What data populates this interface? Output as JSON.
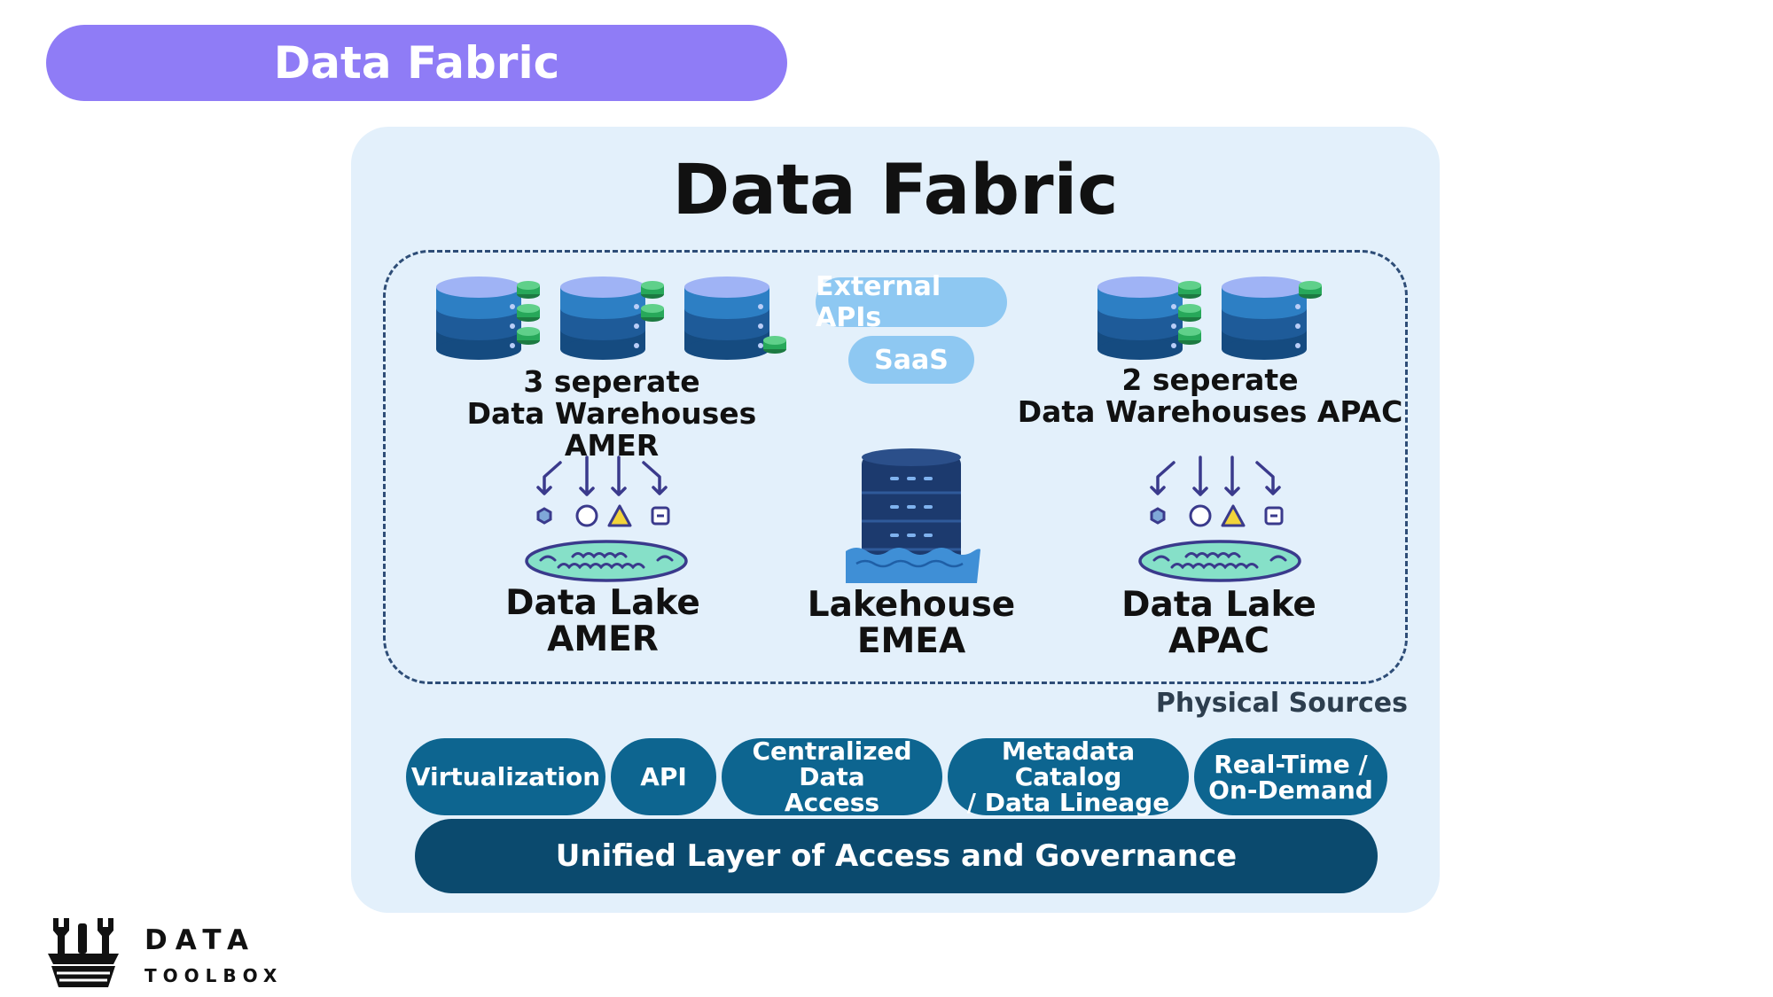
{
  "header": {
    "title": "Data Fabric"
  },
  "diagram": {
    "title": "Data Fabric",
    "physical_sources_label": "Physical Sources",
    "amer_warehouses": {
      "line1": "3 seperate",
      "line2": "Data Warehouses AMER"
    },
    "apac_warehouses": {
      "line1": "2 seperate",
      "line2": "Data Warehouses APAC"
    },
    "external_apis": "External APIs",
    "saas": "SaaS",
    "data_lake_amer": {
      "line1": "Data Lake",
      "line2": "AMER"
    },
    "lakehouse_emea": {
      "line1": "Lakehouse",
      "line2": "EMEA"
    },
    "data_lake_apac": {
      "line1": "Data Lake",
      "line2": "APAC"
    }
  },
  "methods": [
    {
      "line1": "Virtualization",
      "line2": ""
    },
    {
      "line1": "API",
      "line2": ""
    },
    {
      "line1": "Centralized Data",
      "line2": "Access"
    },
    {
      "line1": "Metadata Catalog",
      "line2": "/ Data Lineage"
    },
    {
      "line1": "Real-Time /",
      "line2": "On-Demand"
    }
  ],
  "governance": "Unified Layer of Access and Governance",
  "logo": {
    "line1": "DATA",
    "line2": "TOOLBOX"
  },
  "colors": {
    "header_pill": "#8f7cf6",
    "panel": "#e3f0fb",
    "method_pill": "#0d6590",
    "governance_bar": "#0b4a6e",
    "db_top": "#9fb3f5",
    "db_mid": "#2d7fc4",
    "db_dark": "#1e5b99",
    "db_chip": "#27a85a",
    "lake": "#86e0c8"
  }
}
